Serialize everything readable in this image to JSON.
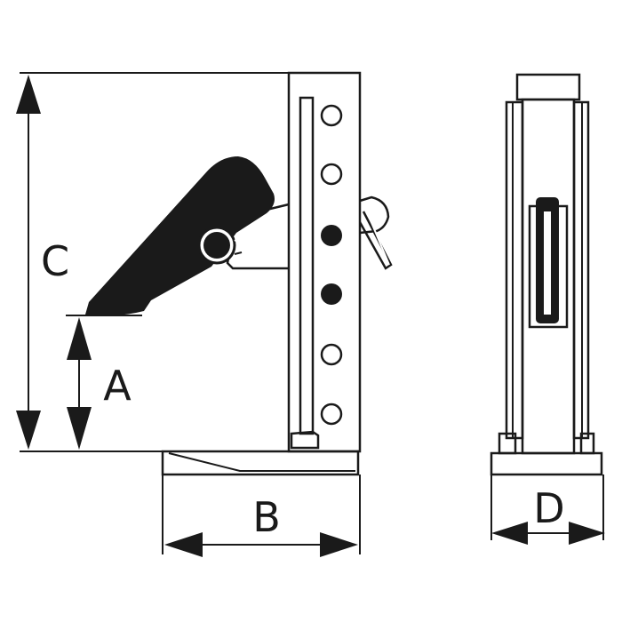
{
  "dimensions": {
    "a": "A",
    "b": "B",
    "c": "C",
    "d": "D"
  },
  "colors": {
    "line": "#1a1a1a",
    "background": "#ffffff"
  }
}
